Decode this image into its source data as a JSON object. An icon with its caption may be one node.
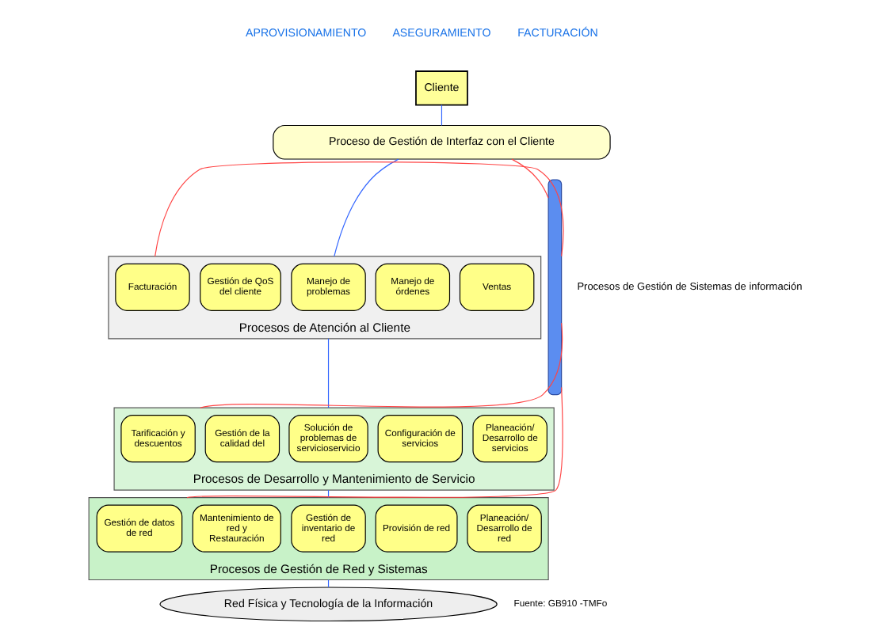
{
  "diagram": {
    "nodes": [
      {
        "text": [
          "Cliente"
        ]
      },
      {
        "text": [
          "Proceso de Gestión de Interfaz con el Cliente"
        ]
      },
      {
        "text": [
          "Procesos de Atención al Cliente"
        ]
      },
      {
        "text": [
          "Ventas"
        ],
        "in": 2
      },
      {
        "text": [
          "Manejo de órdenes"
        ],
        "in": 2
      },
      {
        "text": [
          "Manejo de problemas"
        ],
        "in": 2
      },
      {
        "text": [
          "Gestión de QoS del cliente"
        ],
        "in": 2
      },
      {
        "text": [
          "Facturación"
        ],
        "in": 2
      },
      {
        "text": [
          "Procesos de Desarrollo y Mantenimiento de Servicio"
        ]
      },
      {
        "text": [
          "Planeación/ Desarrollo de servicios"
        ],
        "in": 8
      },
      {
        "text": [
          "Configuración de servicios"
        ],
        "in": 8
      },
      {
        "text": [
          "Solución de problemas de servicioservicio"
        ],
        "in": 8
      },
      {
        "text": [
          "Gestión de la calidad del"
        ],
        "in": 8
      },
      {
        "text": [
          "Tarificación y descuentos"
        ],
        "in": 8
      },
      {
        "text": [
          "Procesos de Gestión de Red y Sistemas"
        ]
      },
      {
        "text": [
          "Planeación/ Desarrollo de red"
        ],
        "in": 14
      },
      {
        "text": [
          "Provisión de red"
        ],
        "in": 14
      },
      {
        "text": [
          "Gestión de inventario de red"
        ],
        "in": 14
      },
      {
        "text": [
          "Mantenimiento de red y Restauración"
        ],
        "in": 14
      },
      {
        "text": [
          "Gestión de datos de red"
        ],
        "in": 14
      },
      {
        "text": [
          "Red Física y Tecnología de la Información"
        ]
      },
      {
        "text": [],
        "shape": "bar",
        "beside": [
          "Procesos de Gestión de Sistemas de información"
        ]
      }
    ],
    "edges": [
      {
        "from": 0,
        "to": 1,
        "arrow": "none",
        "color": "#3366ff"
      },
      {
        "from": 1,
        "to": 2,
        "arrow": "none",
        "color": "#3366ff"
      },
      {
        "from": 2,
        "to": 8,
        "arrow": "none",
        "color": "#3366ff"
      },
      {
        "from": 8,
        "to": 14,
        "arrow": "none",
        "color": "#3366ff"
      },
      {
        "from": 14,
        "to": 20,
        "arrow": "none",
        "color": "#3366ff"
      },
      {
        "from": 1,
        "to": 21,
        "arrow": "none",
        "color": "#ff4444"
      },
      {
        "from": 2,
        "to": 21,
        "arrow": "none",
        "color": "#ff4444"
      },
      {
        "from": 8,
        "to": 21,
        "arrow": "none",
        "color": "#ff4444"
      },
      {
        "from": 14,
        "to": 21,
        "arrow": "none",
        "color": "#ff4444"
      }
    ],
    "labels": [
      "APROVISIONAMIENTO",
      "ASEGURAMIENTO",
      "FACTURACIÓN",
      "Fuente: GB910 -TMFo"
    ]
  }
}
